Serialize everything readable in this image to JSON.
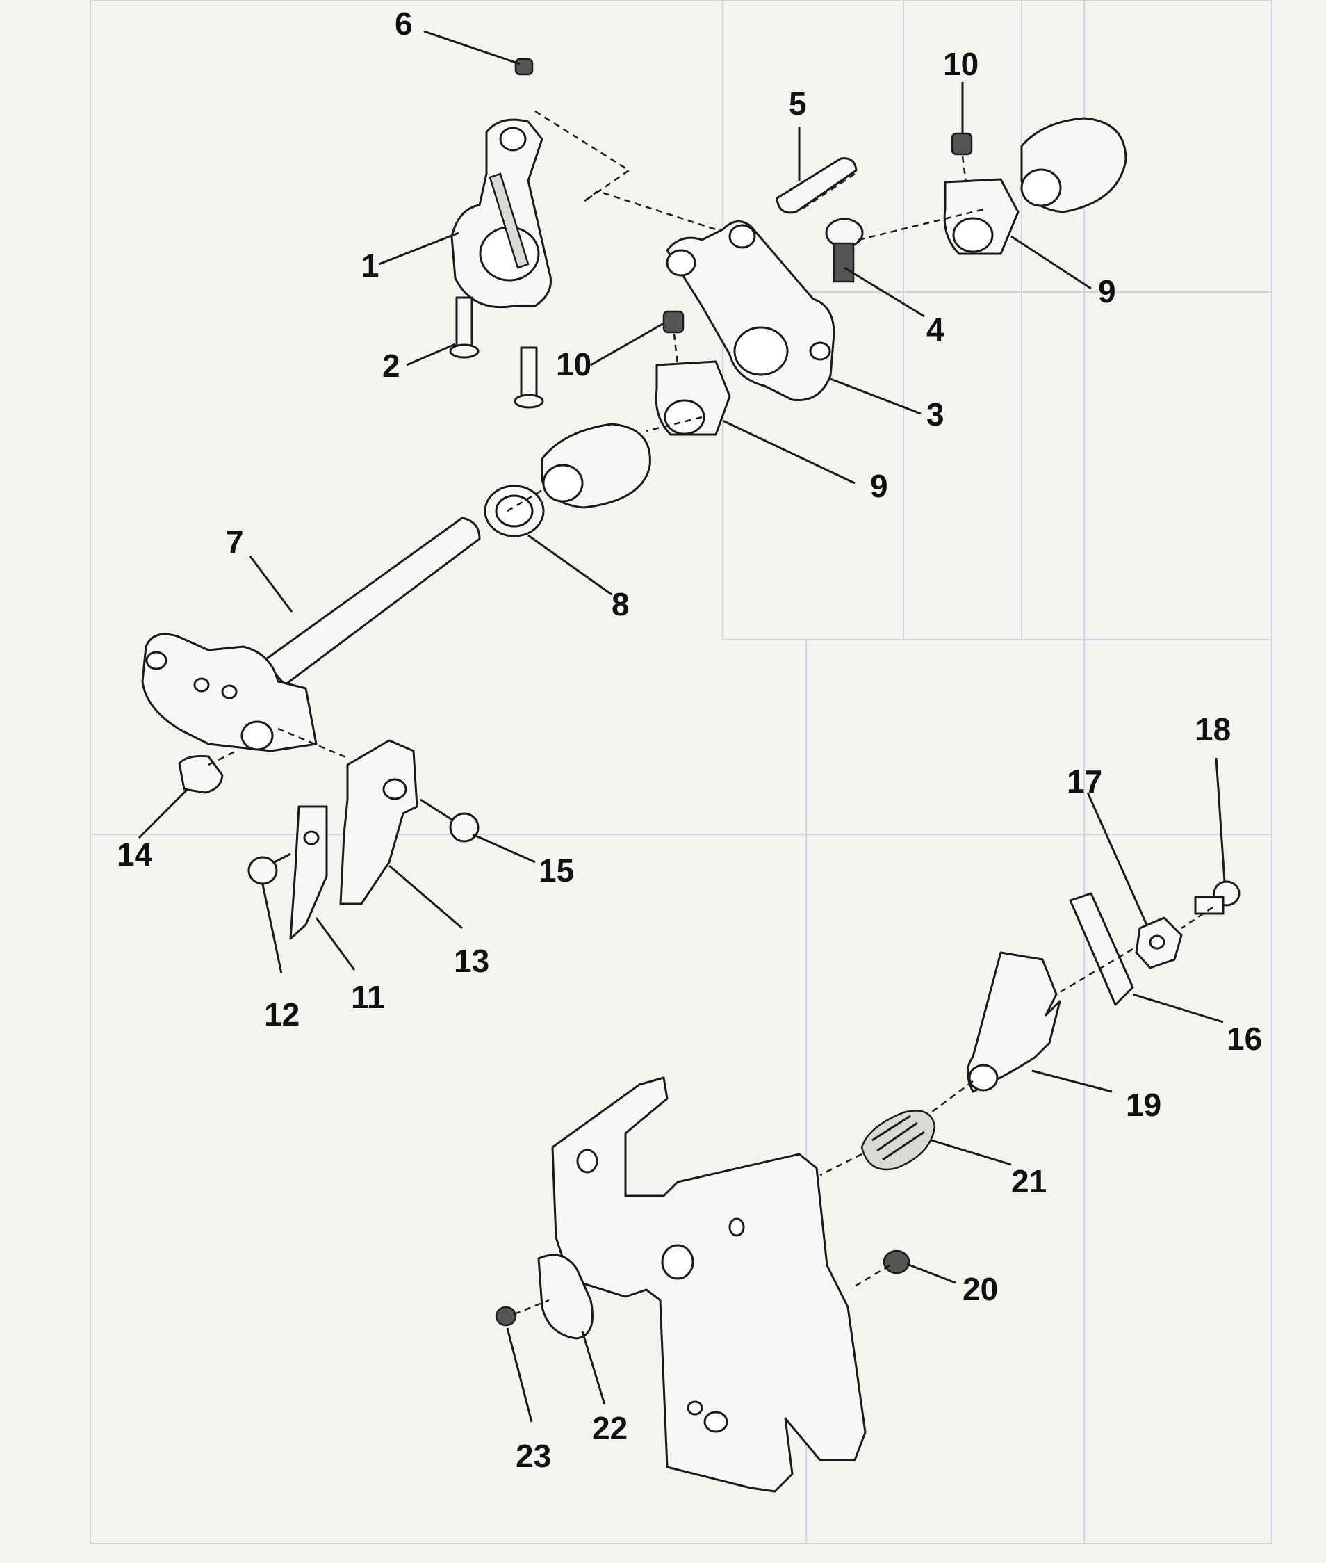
{
  "diagram": {
    "callouts": [
      {
        "id": "1",
        "label": "1"
      },
      {
        "id": "2",
        "label": "2"
      },
      {
        "id": "3",
        "label": "3"
      },
      {
        "id": "4",
        "label": "4"
      },
      {
        "id": "5",
        "label": "5"
      },
      {
        "id": "6",
        "label": "6"
      },
      {
        "id": "7",
        "label": "7"
      },
      {
        "id": "8",
        "label": "8"
      },
      {
        "id": "9a",
        "label": "9"
      },
      {
        "id": "9b",
        "label": "9"
      },
      {
        "id": "10a",
        "label": "10"
      },
      {
        "id": "10b",
        "label": "10"
      },
      {
        "id": "11",
        "label": "11"
      },
      {
        "id": "12",
        "label": "12"
      },
      {
        "id": "13",
        "label": "13"
      },
      {
        "id": "14",
        "label": "14"
      },
      {
        "id": "15",
        "label": "15"
      },
      {
        "id": "16",
        "label": "16"
      },
      {
        "id": "17",
        "label": "17"
      },
      {
        "id": "18",
        "label": "18"
      },
      {
        "id": "19",
        "label": "19"
      },
      {
        "id": "20",
        "label": "20"
      },
      {
        "id": "21",
        "label": "21"
      },
      {
        "id": "22",
        "label": "22"
      },
      {
        "id": "23",
        "label": "23"
      }
    ]
  }
}
